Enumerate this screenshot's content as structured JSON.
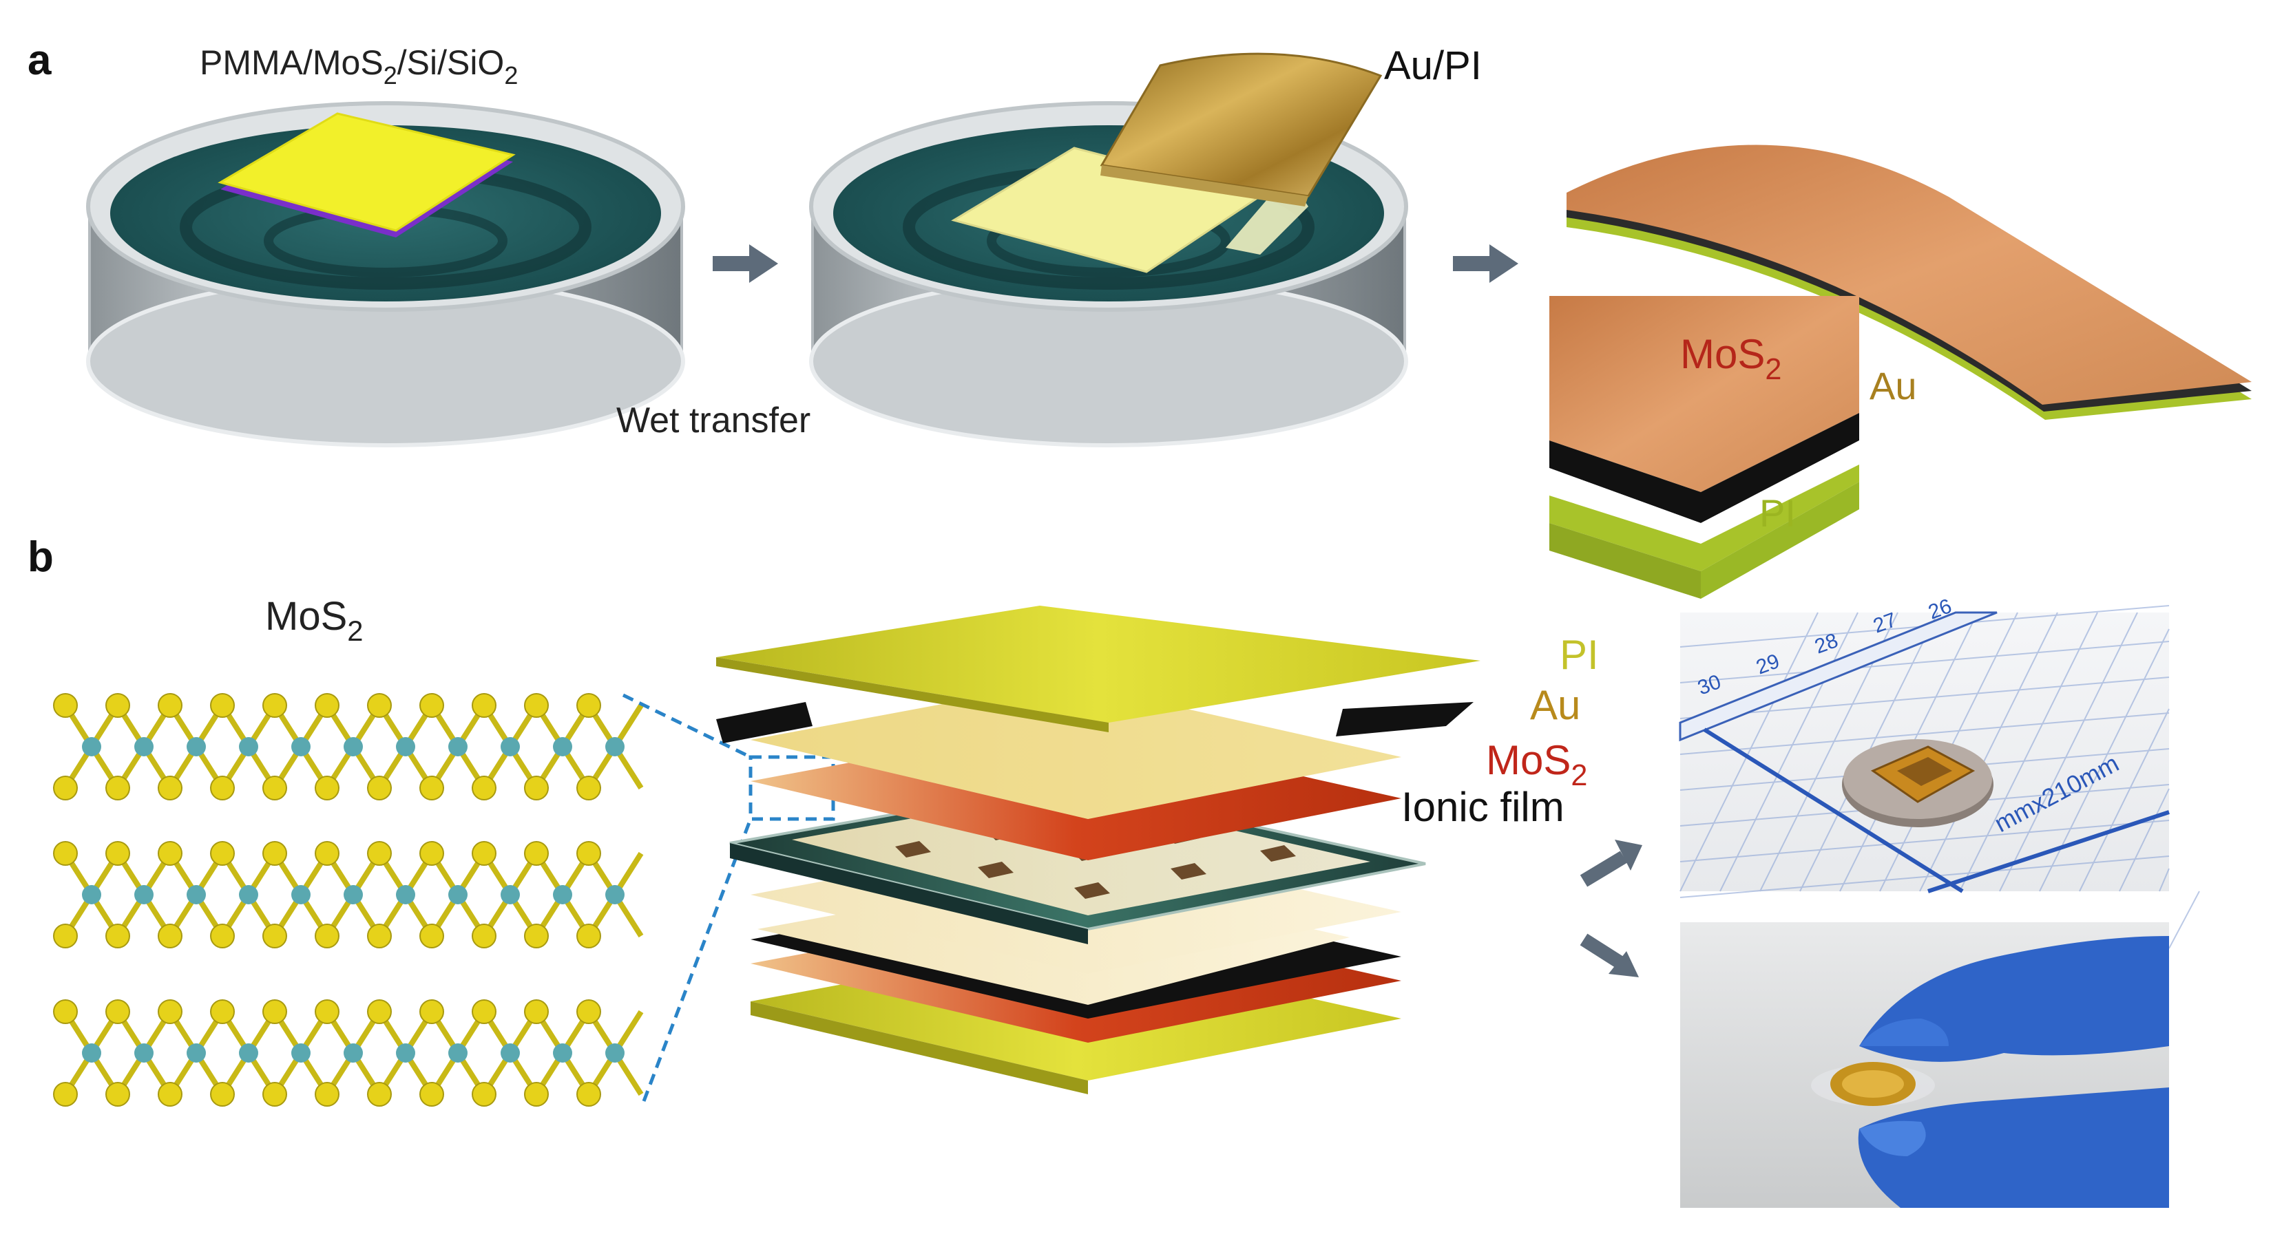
{
  "panel_a": {
    "letter": "a",
    "dish1_label": {
      "main": "PMMA/MoS",
      "sub1": "2",
      "mid": "/Si/SiO",
      "sub2": "2"
    },
    "dish2_label": "Au/PI",
    "step_label": "Wet transfer",
    "stack_labels": {
      "mos2": {
        "main": "MoS",
        "sub": "2"
      },
      "au": "Au",
      "pi": "PI"
    },
    "colors": {
      "dish_water": "#1f5a5c",
      "mos2_square": "#f2f02a",
      "film_pale": "#f3f19c",
      "gold": "#b38a2c",
      "copper": "#d99060",
      "pi_green": "#a8c32a",
      "arrow": "#5d6b7a"
    }
  },
  "panel_b": {
    "letter": "b",
    "structure_label": {
      "main": "MoS",
      "sub": "2"
    },
    "layer_labels": [
      {
        "text": "PI",
        "color": "#c3c22a"
      },
      {
        "text": "Au",
        "color": "#b88a1c"
      },
      {
        "text": "MoS",
        "sub": "2",
        "color": "#c0261a"
      },
      {
        "text": "Ionic film",
        "color": "#111111"
      }
    ],
    "photo_top": {
      "ruler_ticks": [
        "30",
        "29",
        "28",
        "27",
        "26"
      ],
      "sheet_text": "mmx210mm"
    },
    "colors": {
      "mo_atom": "#5aa8b0",
      "s_atom": "#e6d21a",
      "bond_line": "#2a84c8",
      "layer_yellow": "#d8d62c",
      "layer_orange": "#e0622a",
      "layer_pale": "#f7ecc8",
      "ionic": "#2f5b4f",
      "glove": "#2f64c8"
    }
  }
}
